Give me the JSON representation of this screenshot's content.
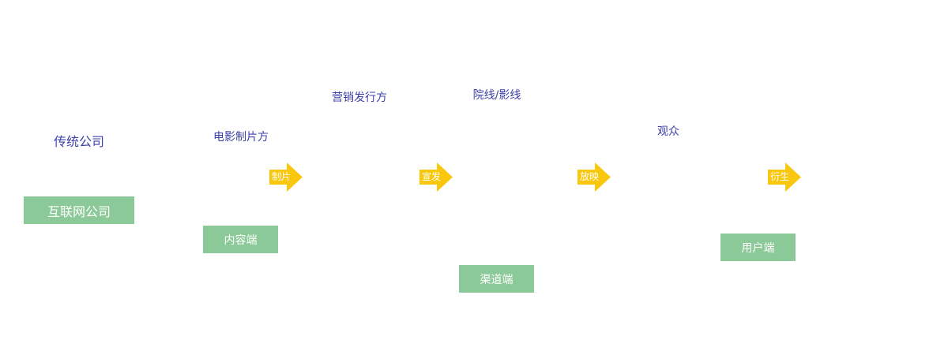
{
  "colors": {
    "label_text": "#3d3fa8",
    "box_fill": "#8cc998",
    "arrow_fill": "#f9c80e"
  },
  "labels": {
    "traditional_company": "传统公司",
    "film_producer": "电影制片方",
    "marketing_distributor": "营销发行方",
    "cinema_chain": "院线/影线",
    "audience": "观众"
  },
  "boxes": {
    "internet_company": "互联网公司",
    "content_side": "内容端",
    "channel_side": "渠道端",
    "user_side": "用户端"
  },
  "arrows": [
    "制片",
    "宣发",
    "放映",
    "衍生"
  ]
}
